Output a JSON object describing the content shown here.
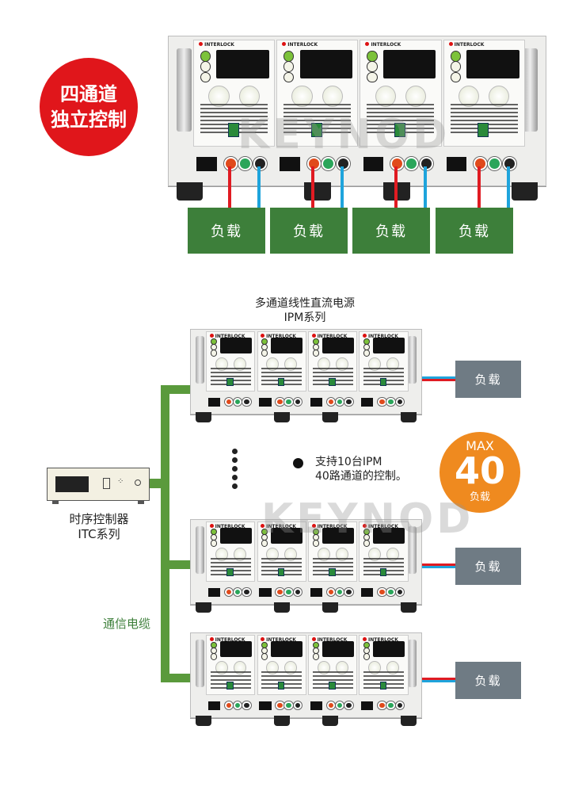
{
  "top": {
    "badge_lines": [
      "四通道",
      "独立控制"
    ],
    "brand": "INTERLOCK",
    "loads": [
      "负载",
      "负载",
      "负载",
      "负载"
    ]
  },
  "middle": {
    "supply_title": "多通道线性直流电源",
    "supply_series": "IPM系列",
    "controller_title": "时序控制器",
    "controller_series": "ITC系列",
    "bullet_line1": "支持10台IPM",
    "bullet_line2": "40路通道的控制。",
    "max_badge": {
      "top": "MAX",
      "number": "40",
      "bottom": "负载"
    },
    "cable_label": "通信电缆",
    "loads": [
      "负载",
      "负载",
      "负载"
    ]
  },
  "watermark": "KEYNOD",
  "colors": {
    "badge_red": "#e0161b",
    "load_green": "#3d7f3a",
    "load_gray": "#6f7b84",
    "bus_green": "#5a9a3c",
    "orange": "#ef8a1f",
    "wire_red": "#e01b22",
    "wire_blue": "#1ea4dc"
  }
}
